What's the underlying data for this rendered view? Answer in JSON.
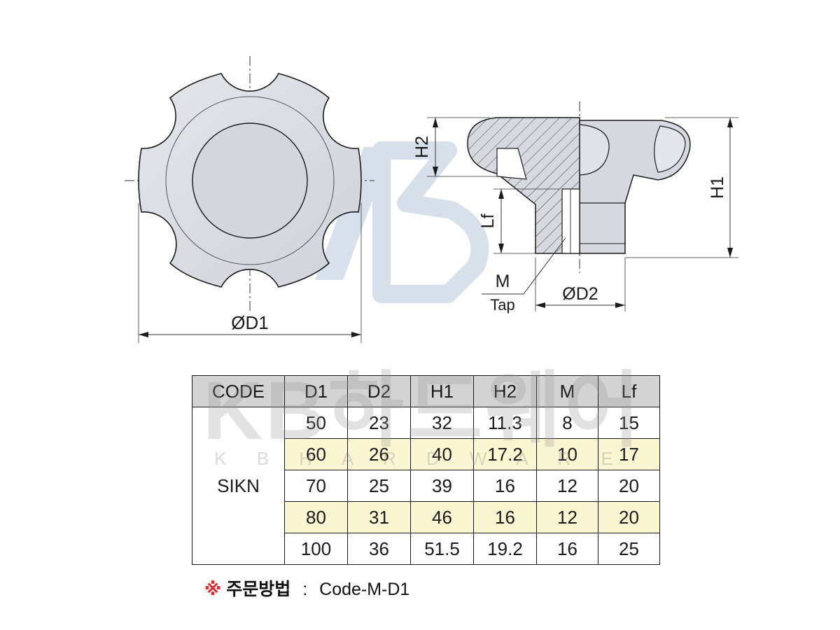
{
  "drawing": {
    "labels": {
      "d1": "ØD1",
      "d2": "ØD2",
      "h1": "H1",
      "h2": "H2",
      "lf": "Lf",
      "m": "M",
      "tap": "Tap"
    },
    "watermark": {
      "brand": "KB하드웨어",
      "brand_sub": "K B H A R D W A R E"
    }
  },
  "table": {
    "headers": [
      "CODE",
      "D1",
      "D2",
      "H1",
      "H2",
      "M",
      "Lf"
    ],
    "code": "SIKN",
    "rows": [
      [
        "50",
        "23",
        "32",
        "11.3",
        "8",
        "15"
      ],
      [
        "60",
        "26",
        "40",
        "17.2",
        "10",
        "17"
      ],
      [
        "70",
        "25",
        "39",
        "16",
        "12",
        "20"
      ],
      [
        "80",
        "31",
        "46",
        "16",
        "12",
        "20"
      ],
      [
        "100",
        "36",
        "51.5",
        "19.2",
        "16",
        "25"
      ]
    ],
    "highlight_rows": [
      1,
      3
    ],
    "colors": {
      "header_bg": "#d3d3d3",
      "highlight_bg": "#fbf6d2"
    }
  },
  "order_note": {
    "mark": "※",
    "label": "주문방법",
    "separator": ":",
    "value": "Code-M-D1"
  },
  "colors": {
    "part_fill": "#d6dae0",
    "line": "#1a1a1a",
    "watermark_blue": "#b8c7da",
    "note_mark": "#e3262a"
  }
}
